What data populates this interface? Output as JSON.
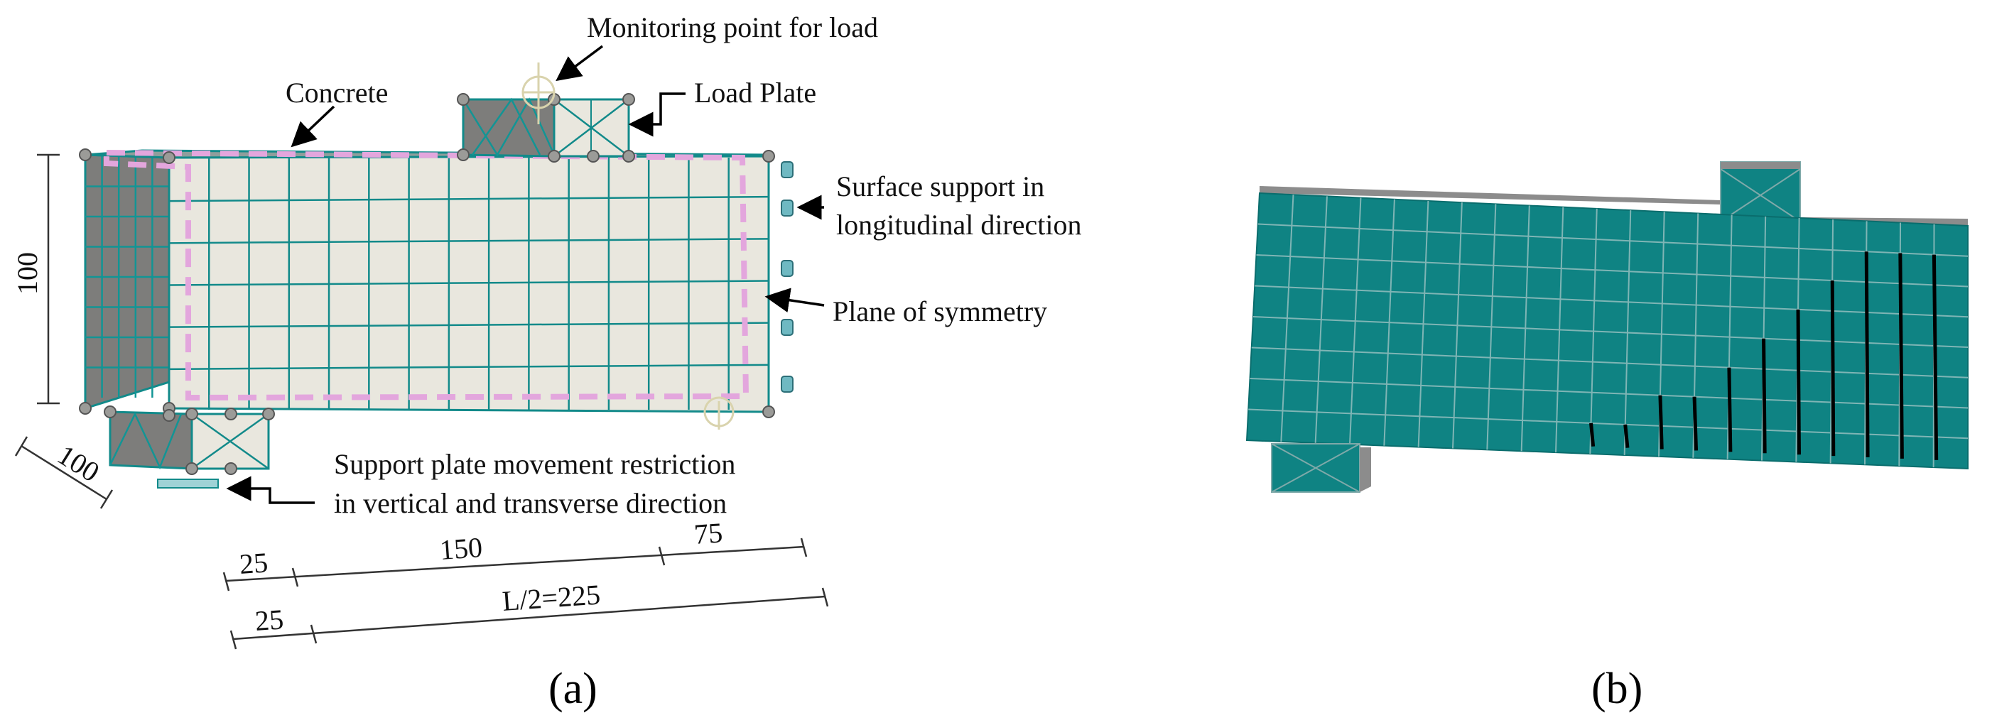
{
  "figure": {
    "panel_a": {
      "caption": "(a)",
      "labels": {
        "monitoring_point": "Monitoring point for load",
        "concrete": "Concrete",
        "load_plate": "Load Plate",
        "surface_support_line1": "Surface support in",
        "surface_support_line2": "longitudinal direction",
        "plane_of_symmetry": "Plane of symmetry",
        "support_restriction_line1": "Support plate movement restriction",
        "support_restriction_line2": "in vertical and transverse direction"
      },
      "dimensions": {
        "height": "100",
        "width": "100",
        "upper_left": "25",
        "upper_mid": "150",
        "upper_right": "75",
        "lower_left": "25",
        "lower_total": "L/2=225"
      }
    },
    "panel_b": {
      "caption": "(b)",
      "cracks": [
        {
          "col": 10,
          "top_row": 7
        },
        {
          "col": 11,
          "top_row": 7
        },
        {
          "col": 12,
          "top_row": 6
        },
        {
          "col": 13,
          "top_row": 6
        },
        {
          "col": 14,
          "top_row": 5
        },
        {
          "col": 15,
          "top_row": 4
        },
        {
          "col": 16,
          "top_row": 3
        },
        {
          "col": 17,
          "top_row": 2
        },
        {
          "col": 18,
          "top_row": 1
        },
        {
          "col": 19,
          "top_row": 1
        },
        {
          "col": 20,
          "top_row": 1
        }
      ]
    },
    "colors": {
      "mesh_teal": "#128a8a",
      "beam_fill": "#e9e7de",
      "dark_face": "#7d7d7b",
      "symmetry_dash": "#e3a6dd",
      "fe_beam": "#0f8383",
      "fe_top": "#8c8c8c",
      "crack": "#000000",
      "monitor_marker": "#d9d3ad"
    }
  }
}
